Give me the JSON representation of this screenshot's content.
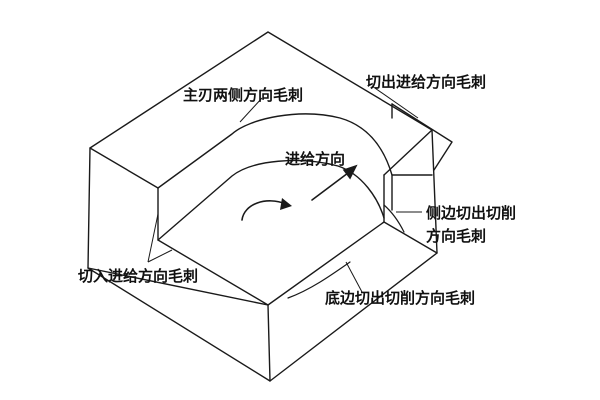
{
  "labels": {
    "main_edge_burr": "主刃两侧方向毛刺",
    "exit_feed_burr": "切出进给方向毛刺",
    "feed_direction": "进给方向",
    "side_exit_burr_line1": "侧边切出切削",
    "side_exit_burr_line2": "方向毛刺",
    "entry_feed_burr": "切入进给方向毛刺",
    "bottom_exit_burr": "底边切出切削方向毛刺"
  },
  "colors": {
    "line": "#1a1a1a",
    "background": "#ffffff"
  }
}
